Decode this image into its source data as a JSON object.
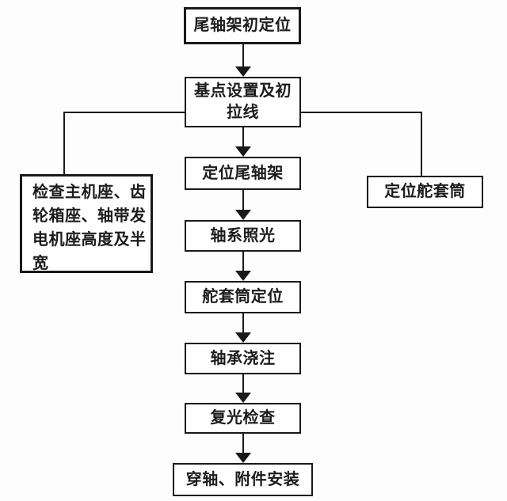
{
  "diagram": {
    "type": "flowchart",
    "language": "zh",
    "background_color": "#fdfdfd",
    "box_border_color": "#191919",
    "text_color": "#1c1c1c",
    "nodes": {
      "n1": {
        "label": "尾轴架初定位"
      },
      "n2": {
        "label": "基点设置及初拉线",
        "lines": [
          "基点设置及初",
          "拉线"
        ]
      },
      "n3": {
        "label": "定位尾轴架"
      },
      "n4": {
        "label": "轴系照光"
      },
      "n5": {
        "label": "舵套筒定位"
      },
      "n6": {
        "label": "轴承浇注"
      },
      "n7": {
        "label": "复光检查"
      },
      "n8": {
        "label": "穿轴、附件安装"
      },
      "side_left": {
        "label": "检查主机座、齿轮箱座、轴带发电机座高度及半宽",
        "lines": [
          "检查主机座、齿",
          "轮箱座、轴带发",
          "电机座高度及半",
          "宽"
        ]
      },
      "side_right": {
        "label": "定位舵套筒"
      }
    },
    "edges": [
      {
        "from": "尾轴架初定位",
        "to": "基点设置及初拉线",
        "arrow": true
      },
      {
        "from": "基点设置及初拉线",
        "to": "检查主机座、齿轮箱座、轴带发电机座高度及半宽",
        "arrow": false
      },
      {
        "from": "基点设置及初拉线",
        "to": "定位舵套筒",
        "arrow": false
      },
      {
        "from": "基点设置及初拉线",
        "to": "定位尾轴架",
        "arrow": true
      },
      {
        "from": "定位尾轴架",
        "to": "轴系照光",
        "arrow": true
      },
      {
        "from": "轴系照光",
        "to": "舵套筒定位",
        "arrow": true
      },
      {
        "from": "舵套筒定位",
        "to": "轴承浇注",
        "arrow": true
      },
      {
        "from": "轴承浇注",
        "to": "复光检查",
        "arrow": true
      },
      {
        "from": "复光检查",
        "to": "穿轴、附件安装",
        "arrow": true
      }
    ]
  }
}
